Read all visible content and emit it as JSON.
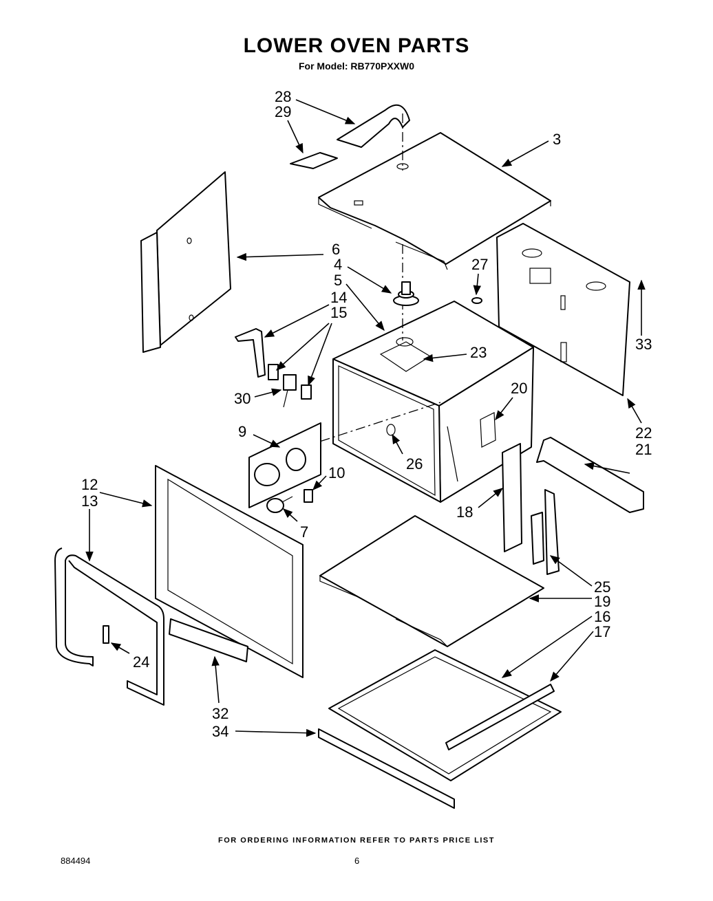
{
  "title": "LOWER OVEN PARTS",
  "model_line": "For Model: RB770PXXW0",
  "footer": "FOR ORDERING INFORMATION REFER TO PARTS PRICE LIST",
  "doc_number": "884494",
  "page_number": "6",
  "callouts": {
    "c3": "3",
    "c4": "4",
    "c5": "5",
    "c6": "6",
    "c7": "7",
    "c9": "9",
    "c10": "10",
    "c12": "12",
    "c13": "13",
    "c14": "14",
    "c15": "15",
    "c16": "16",
    "c17": "17",
    "c18": "18",
    "c19": "19",
    "c20": "20",
    "c21": "21",
    "c22": "22",
    "c23": "23",
    "c24": "24",
    "c25": "25",
    "c26": "26",
    "c27": "27",
    "c28": "28",
    "c29": "29",
    "c30": "30",
    "c32": "32",
    "c33": "33",
    "c34": "34"
  }
}
